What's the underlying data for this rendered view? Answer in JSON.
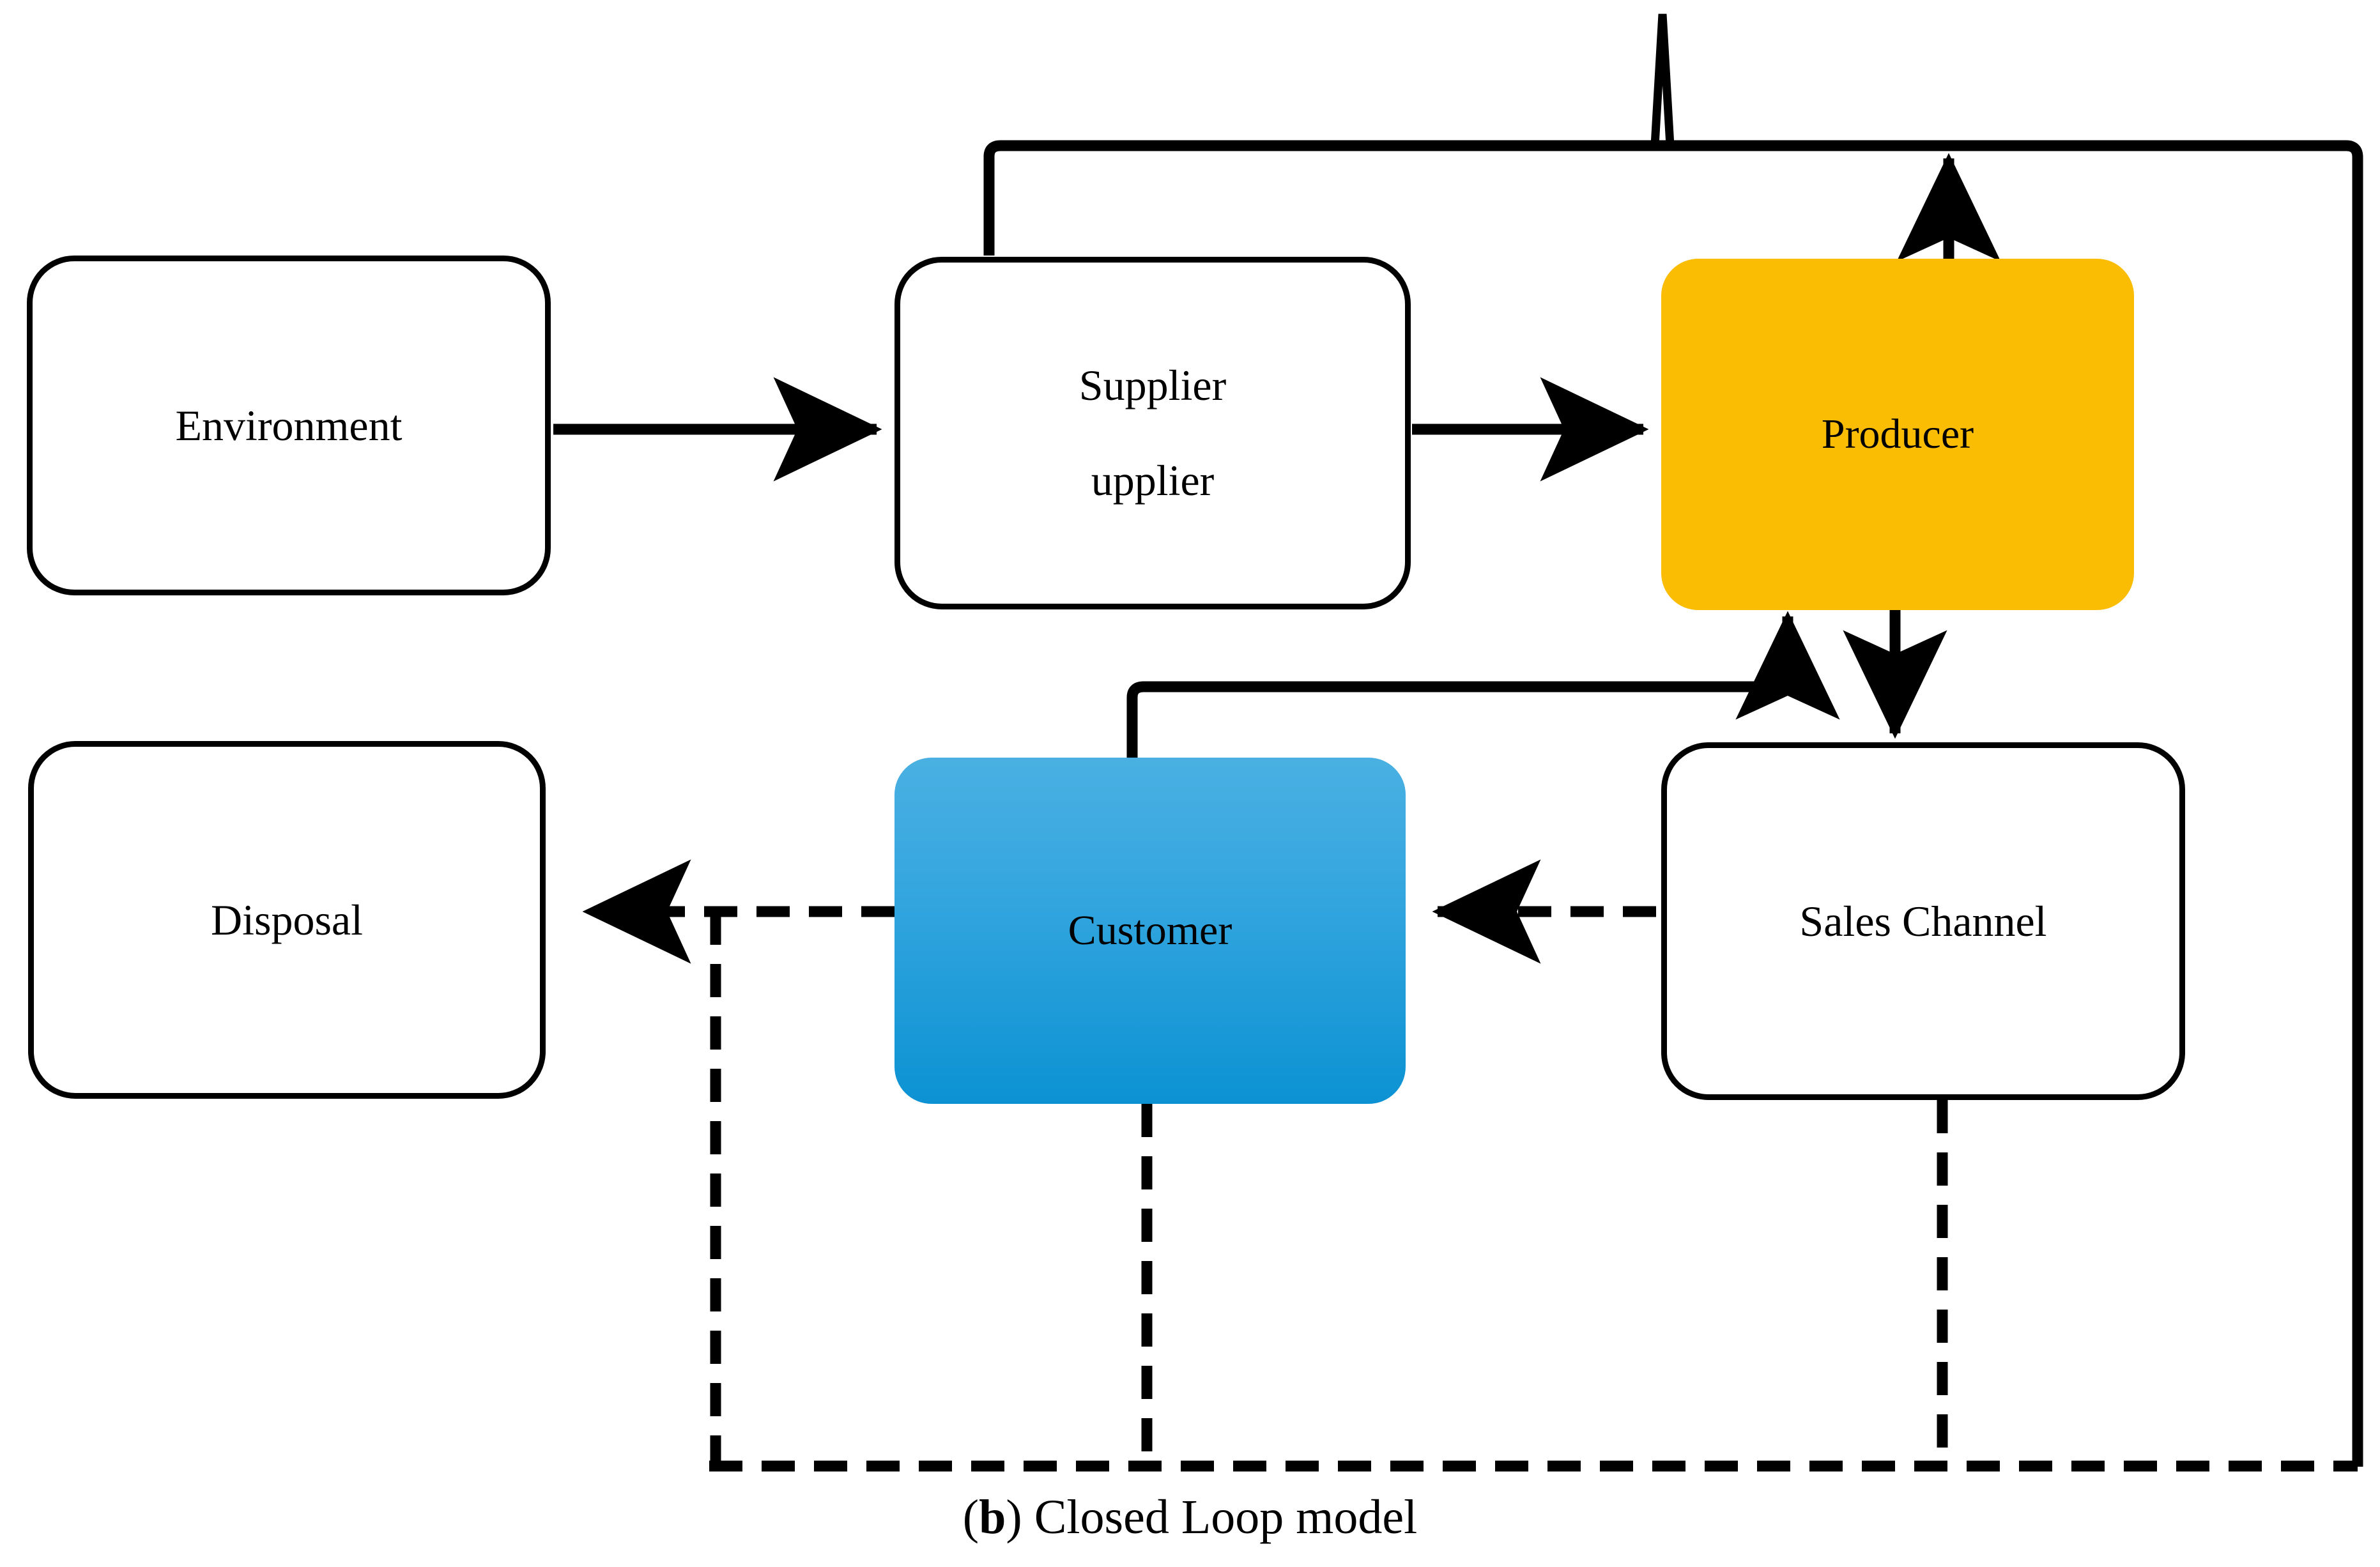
{
  "diagram": {
    "caption_prefix": "(",
    "caption_marker": "b",
    "caption_suffix": ") Closed Loop model",
    "caption_full": "(b) Closed Loop model",
    "nodes": [
      {
        "id": "environment",
        "label": "Environment",
        "label2": "",
        "fill": "#FFFFFF",
        "stroke": "#000000",
        "style": "outline"
      },
      {
        "id": "supplier",
        "label": "Supplier",
        "label2": "upplier",
        "fill": "#FFFFFF",
        "stroke": "#000000",
        "style": "outline"
      },
      {
        "id": "producer",
        "label": "Producer",
        "label2": "",
        "fill": "#FBBC04",
        "stroke": "none",
        "style": "filled"
      },
      {
        "id": "disposal",
        "label": "Disposal",
        "label2": "",
        "fill": "#FFFFFF",
        "stroke": "#000000",
        "style": "outline"
      },
      {
        "id": "customer",
        "label": "Customer",
        "label2": "",
        "fill_top": "#44ADE0",
        "fill_bottom": "#0C92D3",
        "stroke": "none",
        "style": "gradient"
      },
      {
        "id": "sales_channel",
        "label": "Sales Channel",
        "label2": "",
        "fill": "#FFFFFF",
        "stroke": "#000000",
        "style": "outline"
      }
    ],
    "edges": [
      {
        "id": "environment-to-supplier",
        "from": "Environment",
        "to": "Supplier",
        "line": "solid",
        "arrow": "single"
      },
      {
        "id": "supplier-to-producer",
        "from": "Supplier",
        "to": "Producer",
        "line": "solid",
        "arrow": "single"
      },
      {
        "id": "producer-to-sales-channel",
        "from": "Producer",
        "to": "Sales Channel",
        "line": "solid",
        "arrow": "single"
      },
      {
        "id": "supplier-top-return",
        "from": "Supplier",
        "to": "Producer",
        "line": "solid",
        "arrow": "single"
      },
      {
        "id": "customer-to-producer",
        "from": "Customer",
        "to": "Producer",
        "line": "solid",
        "arrow": "single"
      },
      {
        "id": "sales-channel-to-customer",
        "from": "Sales Channel",
        "to": "Customer",
        "line": "dashed",
        "arrow": "single"
      },
      {
        "id": "customer-to-disposal",
        "from": "Customer",
        "to": "Disposal",
        "line": "dashed",
        "arrow": "single"
      },
      {
        "id": "customer-bottom-return",
        "from": "Customer",
        "to": "Producer",
        "line": "dashed",
        "arrow": "none"
      },
      {
        "id": "sales-channel-bottom-return",
        "from": "Sales Channel",
        "to": "Producer",
        "line": "dashed",
        "arrow": "none"
      },
      {
        "id": "disposal-bottom-return",
        "from": "Disposal",
        "to": "Producer",
        "line": "dashed",
        "arrow": "none"
      }
    ],
    "colors": {
      "producer_fill": "#FBBC04",
      "customer_fill_top": "#44ADE0",
      "customer_fill_bottom": "#0C92D3",
      "line": "#000000",
      "background": "#FFFFFF"
    }
  }
}
